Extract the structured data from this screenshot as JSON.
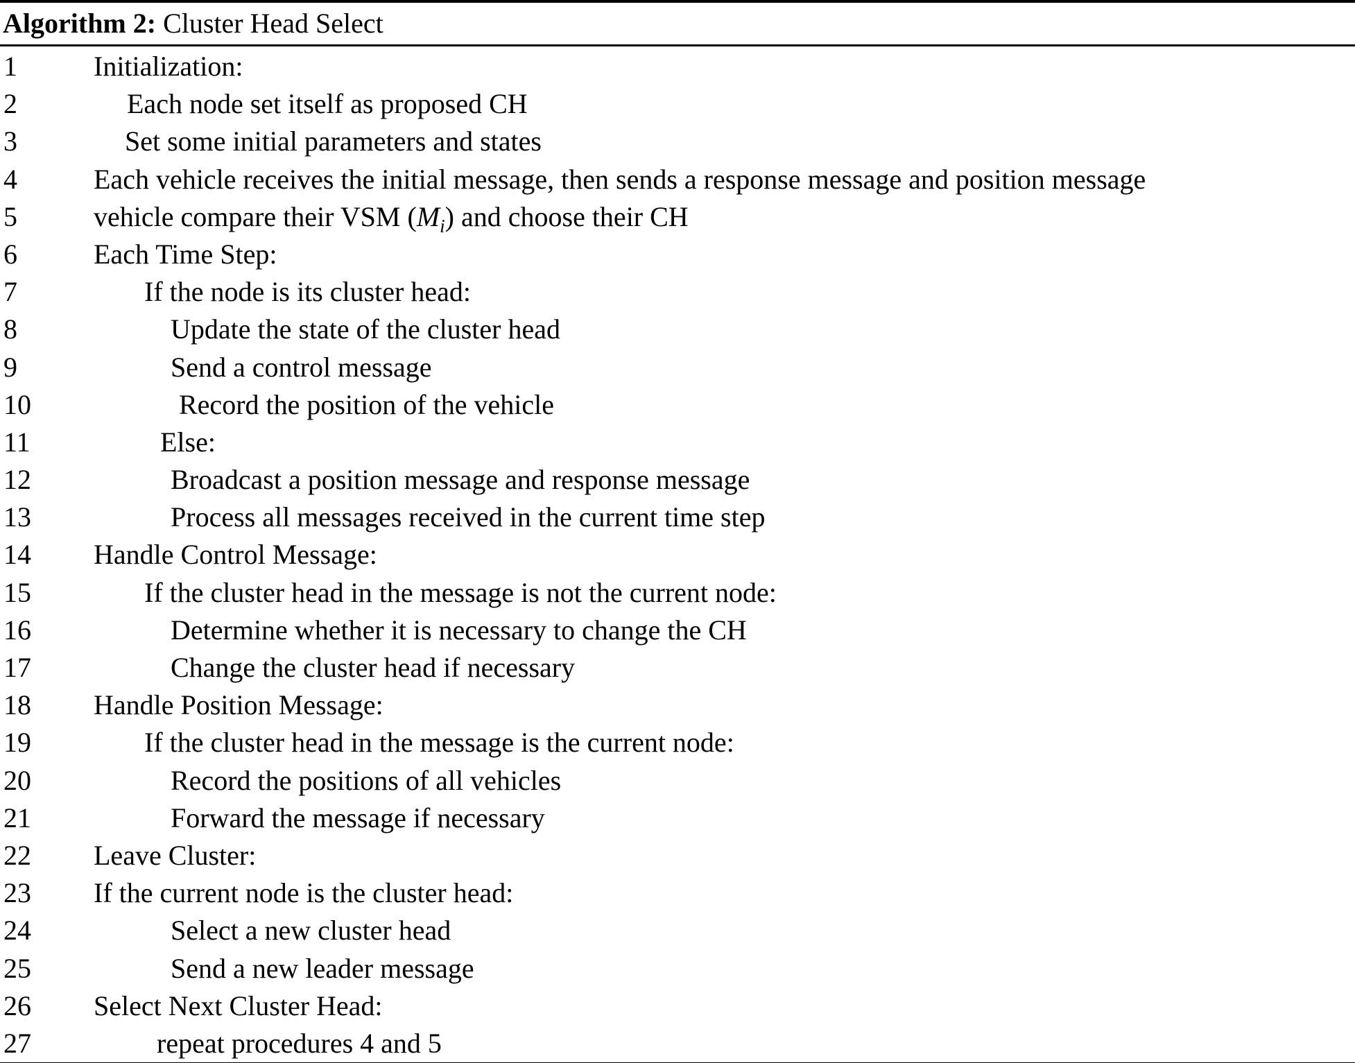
{
  "caption": {
    "label": "Algorithm 2:",
    "title": "Cluster Head Select"
  },
  "lines": [
    {
      "n": "1",
      "text": "Initialization:"
    },
    {
      "n": "2",
      "text": "Each node set itself as proposed CH"
    },
    {
      "n": "3",
      "text": "Set some initial parameters and states"
    },
    {
      "n": "4",
      "text": "Each vehicle receives the initial message, then sends a response message and position message"
    },
    {
      "n": "5",
      "text_pre": "vehicle compare their VSM (",
      "math": "M",
      "math_sub": "i",
      "text_post": ") and choose their CH"
    },
    {
      "n": "6",
      "text": "Each Time Step:"
    },
    {
      "n": "7",
      "text": "If the node is its cluster head:"
    },
    {
      "n": "8",
      "text": "Update the state of the cluster head"
    },
    {
      "n": "9",
      "text": "Send a control message"
    },
    {
      "n": "10",
      "text": "Record the position of the vehicle"
    },
    {
      "n": "11",
      "text": "Else:"
    },
    {
      "n": "12",
      "text": "Broadcast a position message and response message"
    },
    {
      "n": "13",
      "text": "Process all messages received in the current time step"
    },
    {
      "n": "14",
      "text": "Handle Control Message:"
    },
    {
      "n": "15",
      "text": "If the cluster head in the message is not the current node:"
    },
    {
      "n": "16",
      "text": "Determine whether it is necessary to change the CH"
    },
    {
      "n": "17",
      "text": "Change the cluster head if necessary"
    },
    {
      "n": "18",
      "text": "Handle Position Message:"
    },
    {
      "n": "19",
      "text": "If the cluster head in the message is the current node:"
    },
    {
      "n": "20",
      "text": "Record the positions of all vehicles"
    },
    {
      "n": "21",
      "text": "Forward the message if necessary"
    },
    {
      "n": "22",
      "text": "Leave Cluster:"
    },
    {
      "n": "23",
      "text": "If the current node is the cluster head:"
    },
    {
      "n": "24",
      "text": "Select a new cluster head"
    },
    {
      "n": "25",
      "text": "Send a new leader message"
    },
    {
      "n": "26",
      "text": "Select Next Cluster Head:"
    },
    {
      "n": "27",
      "text": "repeat procedures 4 and 5"
    }
  ]
}
